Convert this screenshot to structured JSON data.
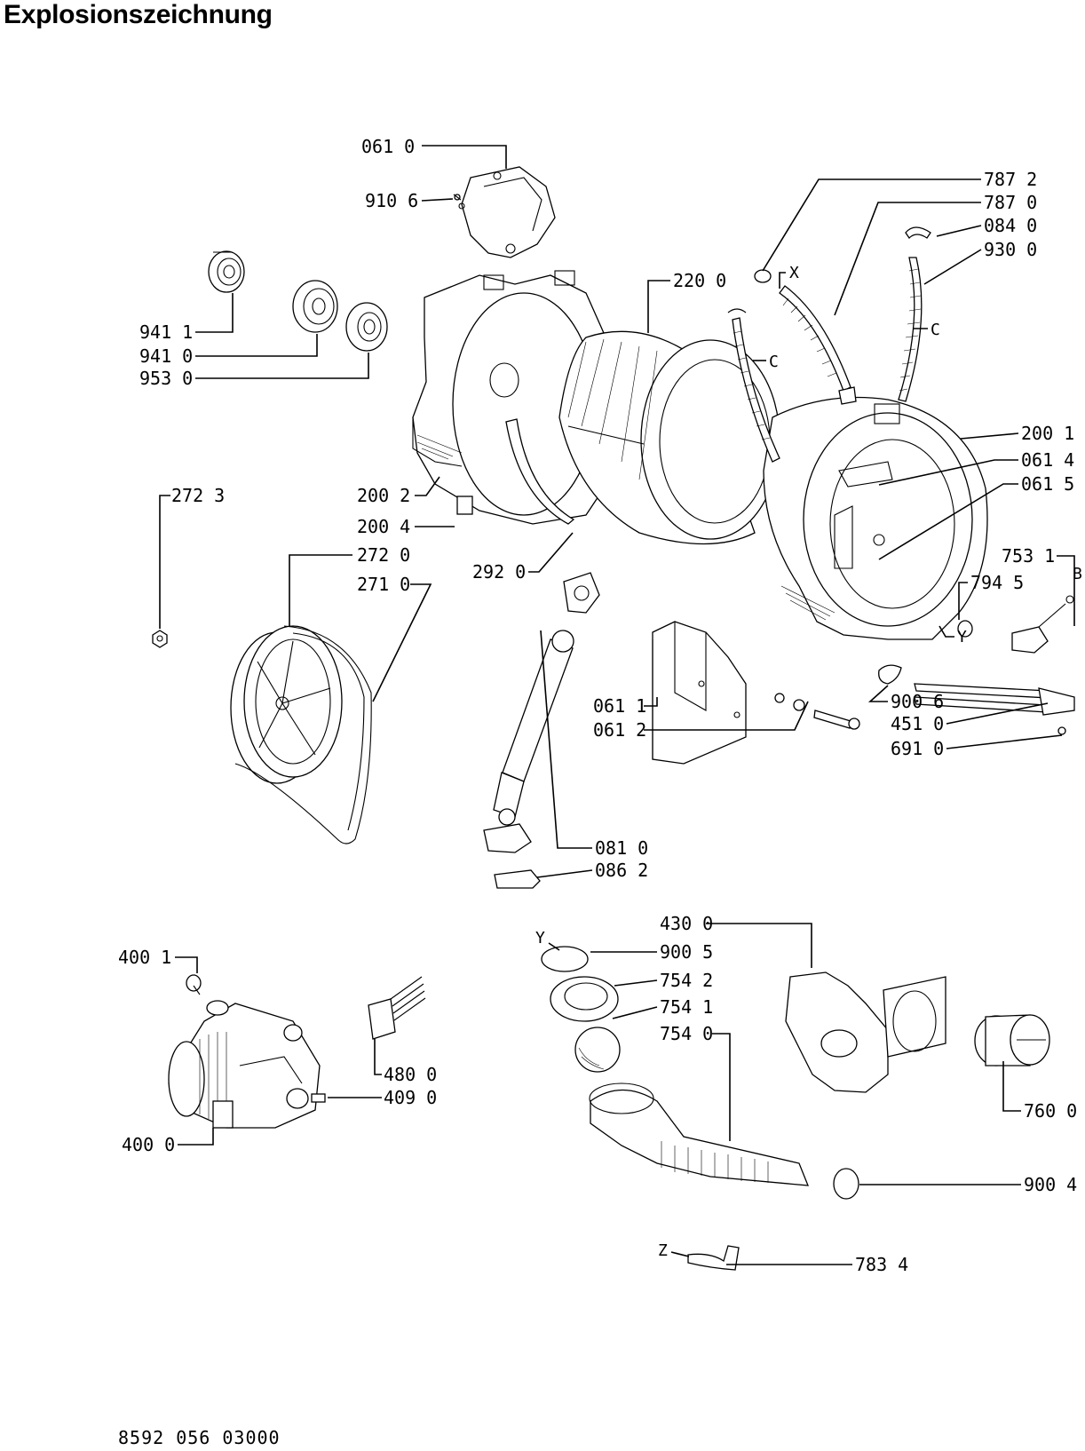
{
  "title": "Explosionszeichnung",
  "footer_code": "8592 056 03000",
  "part_labels": [
    "061 0",
    "910 6",
    "787 2",
    "787 0",
    "084 0",
    "930 0",
    "220 0",
    "941 1",
    "941 0",
    "953 0",
    "200 1",
    "061 4",
    "061 5",
    "272 3",
    "200 2",
    "200 4",
    "272 0",
    "271 0",
    "292 0",
    "753 1",
    "794 5",
    "061 1",
    "061 2",
    "900 6",
    "451 0",
    "691 0",
    "081 0",
    "086 2",
    "430 0",
    "900 5",
    "754 2",
    "754 1",
    "754 0",
    "400 1",
    "480 0",
    "409 0",
    "400 0",
    "760 0",
    "900 4",
    "783 4"
  ],
  "marker_letters": [
    "X",
    "C",
    "C",
    "Y",
    "B",
    "Y",
    "Z"
  ]
}
